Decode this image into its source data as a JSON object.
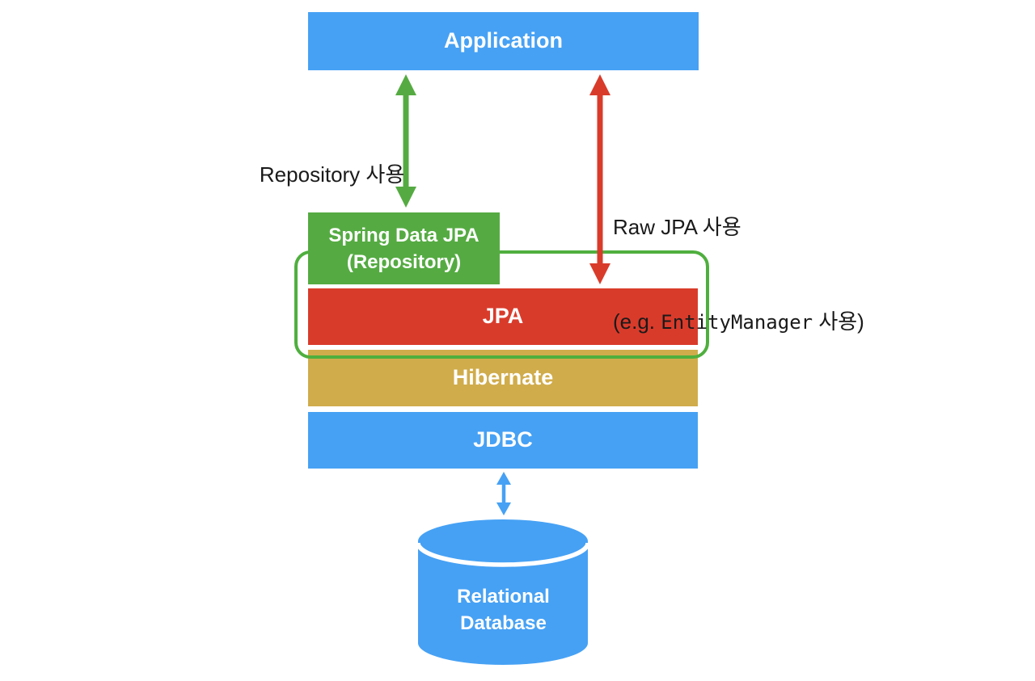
{
  "colors": {
    "blue": "#46A1F4",
    "green": "#55AB42",
    "green_outline": "#4FAF3E",
    "red": "#D93B2B",
    "gold": "#D0AC4B",
    "label_text": "#1A1A1A",
    "box_text": "#FFFFFF"
  },
  "layers": {
    "application": {
      "label": "Application"
    },
    "spring_data_jpa": {
      "line1": "Spring Data JPA",
      "line2": "(Repository)"
    },
    "jpa": {
      "label": "JPA"
    },
    "hibernate": {
      "label": "Hibernate"
    },
    "jdbc": {
      "label": "JDBC"
    },
    "database": {
      "line1": "Relational",
      "line2": "Database"
    }
  },
  "annotations": {
    "repository_usage": "Repository 사용",
    "raw_jpa_usage": "Raw JPA 사용",
    "raw_jpa_example_prefix": "(e.g. ",
    "raw_jpa_example_code": "EntityManager",
    "raw_jpa_example_suffix": " 사용)"
  }
}
